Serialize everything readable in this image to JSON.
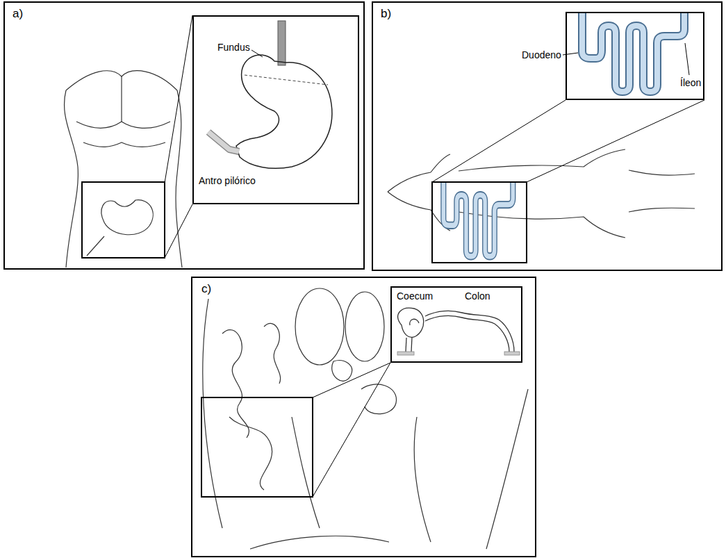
{
  "diagram": {
    "nodes": [
      {
        "text": [
          "a)"
        ]
      },
      {
        "text": [
          "Fundus",
          "Antro pilórico"
        ],
        "in": 0
      },
      {
        "text": [
          "b)"
        ]
      },
      {
        "text": [
          "Duodeno",
          "Íleon"
        ],
        "in": 2
      },
      {
        "text": [
          "c)"
        ]
      },
      {
        "text": [
          "Coecum",
          "Colon"
        ],
        "in": 4
      }
    ]
  }
}
